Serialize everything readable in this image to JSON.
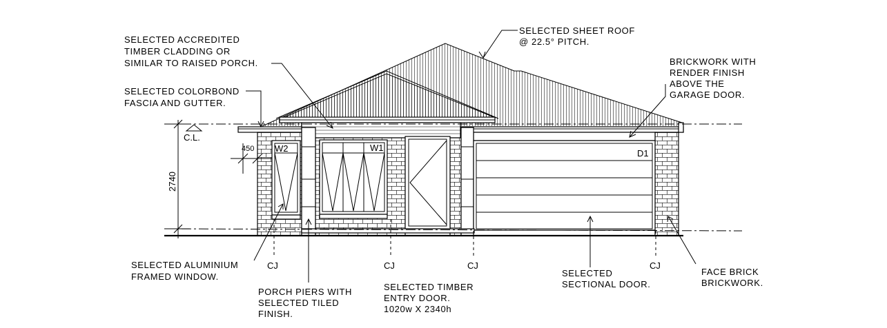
{
  "labels": {
    "roof": [
      "SELECTED SHEET ROOF",
      "@ 22.5° PITCH."
    ],
    "cladding": [
      "SELECTED ACCREDITED",
      "TIMBER CLADDING OR",
      "SIMILAR TO RAISED PORCH."
    ],
    "fascia": [
      "SELECTED COLORBOND",
      "FASCIA AND GUTTER."
    ],
    "render": [
      "BRICKWORK WITH",
      "RENDER FINISH",
      "ABOVE THE",
      "GARAGE DOOR."
    ],
    "window": [
      "SELECTED ALUMINIUM",
      "FRAMED WINDOW."
    ],
    "piers": [
      "PORCH PIERS WITH",
      "SELECTED TILED",
      "FINISH."
    ],
    "entry": [
      "SELECTED TIMBER",
      "ENTRY DOOR.",
      "1020w X 2340h"
    ],
    "sectional": [
      "SELECTED",
      "SECTIONAL DOOR."
    ],
    "facebrick": [
      "FACE BRICK",
      "BRICKWORK."
    ]
  },
  "tags": {
    "w1": "W1",
    "w2": "W2",
    "d1": "D1"
  },
  "control_joint": "CJ",
  "ceiling_level": "C.L.",
  "dims": {
    "height": "2740",
    "offset": "450"
  }
}
